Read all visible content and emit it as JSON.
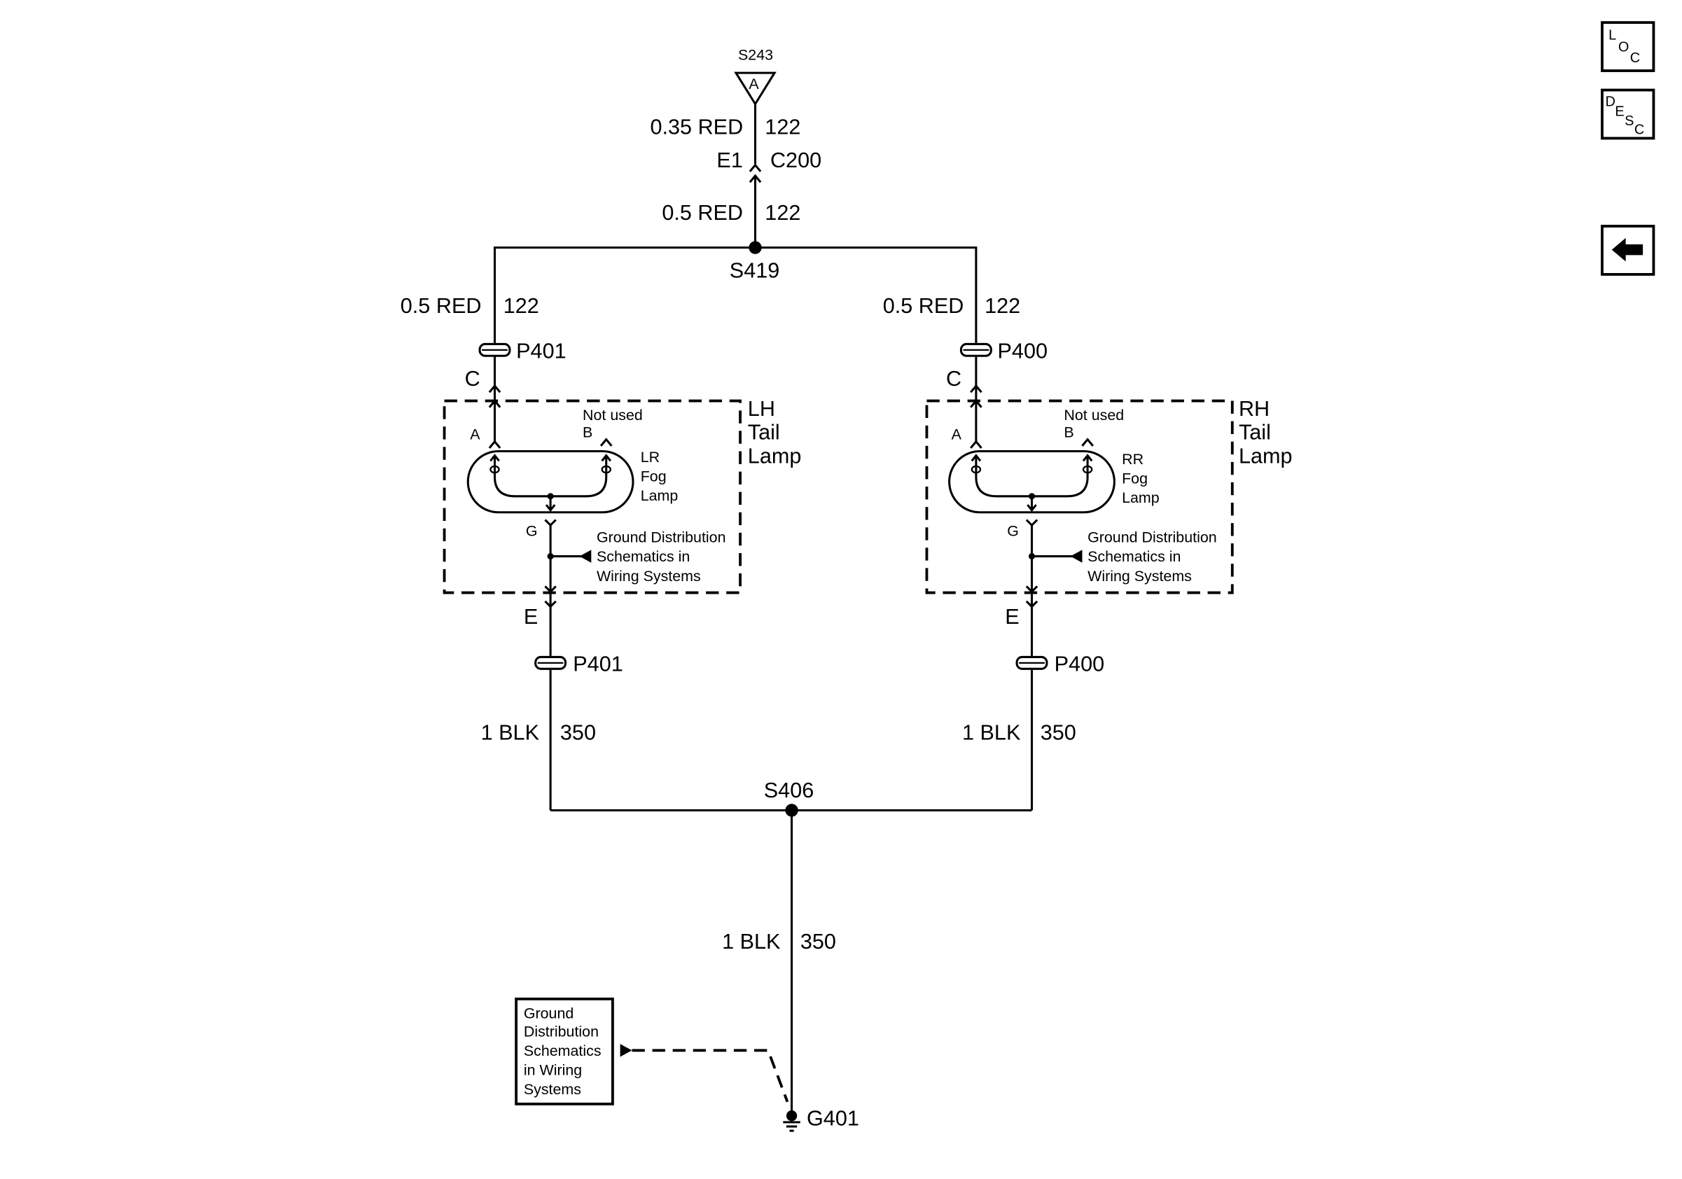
{
  "splices": {
    "top": "S243",
    "mid": "S419",
    "bottom": "S406"
  },
  "top_connector_pin": "A",
  "feed_wire": {
    "upper_spec": "0.35 RED",
    "upper_circuit": "122",
    "lower_spec": "0.5 RED",
    "lower_circuit": "122"
  },
  "inline_connector": {
    "pin": "E1",
    "name": "C200"
  },
  "left_branch": {
    "wire_spec": "0.5 RED",
    "circuit": "122",
    "connector_top": "P401",
    "pin_top": "C",
    "enclosure_label_1": "LH",
    "enclosure_label_2": "Tail",
    "enclosure_label_3": "Lamp",
    "pin_a": "A",
    "pin_b": "B",
    "pin_g": "G",
    "not_used": "Not used",
    "lamp_line_1": "LR",
    "lamp_line_2": "Fog",
    "lamp_line_3": "Lamp",
    "ground_ref_1": "Ground Distribution",
    "ground_ref_2": "Schematics in",
    "ground_ref_3": "Wiring Systems",
    "pin_e": "E",
    "connector_bottom": "P401",
    "ground_wire_spec": "1 BLK",
    "ground_circuit": "350"
  },
  "right_branch": {
    "wire_spec": "0.5 RED",
    "circuit": "122",
    "connector_top": "P400",
    "pin_top": "C",
    "enclosure_label_1": "RH",
    "enclosure_label_2": "Tail",
    "enclosure_label_3": "Lamp",
    "pin_a": "A",
    "pin_b": "B",
    "pin_g": "G",
    "not_used": "Not used",
    "lamp_line_1": "RR",
    "lamp_line_2": "Fog",
    "lamp_line_3": "Lamp",
    "ground_ref_1": "Ground Distribution",
    "ground_ref_2": "Schematics in",
    "ground_ref_3": "Wiring Systems",
    "pin_e": "E",
    "connector_bottom": "P400",
    "ground_wire_spec": "1 BLK",
    "ground_circuit": "350"
  },
  "main_ground_wire": {
    "spec": "1 BLK",
    "circuit": "350"
  },
  "ground_point": "G401",
  "ground_reference_box": [
    "Ground",
    "Distribution",
    "Schematics",
    "in Wiring",
    "Systems"
  ],
  "nav": {
    "loc": {
      "l1": "L",
      "l2": "O",
      "l3": "C",
      "icon": "loc-icon"
    },
    "desc": {
      "l1": "D",
      "l2": "E",
      "l3": "S",
      "l4": "C",
      "icon": "desc-icon"
    },
    "back": {
      "icon": "back-arrow-icon"
    }
  }
}
